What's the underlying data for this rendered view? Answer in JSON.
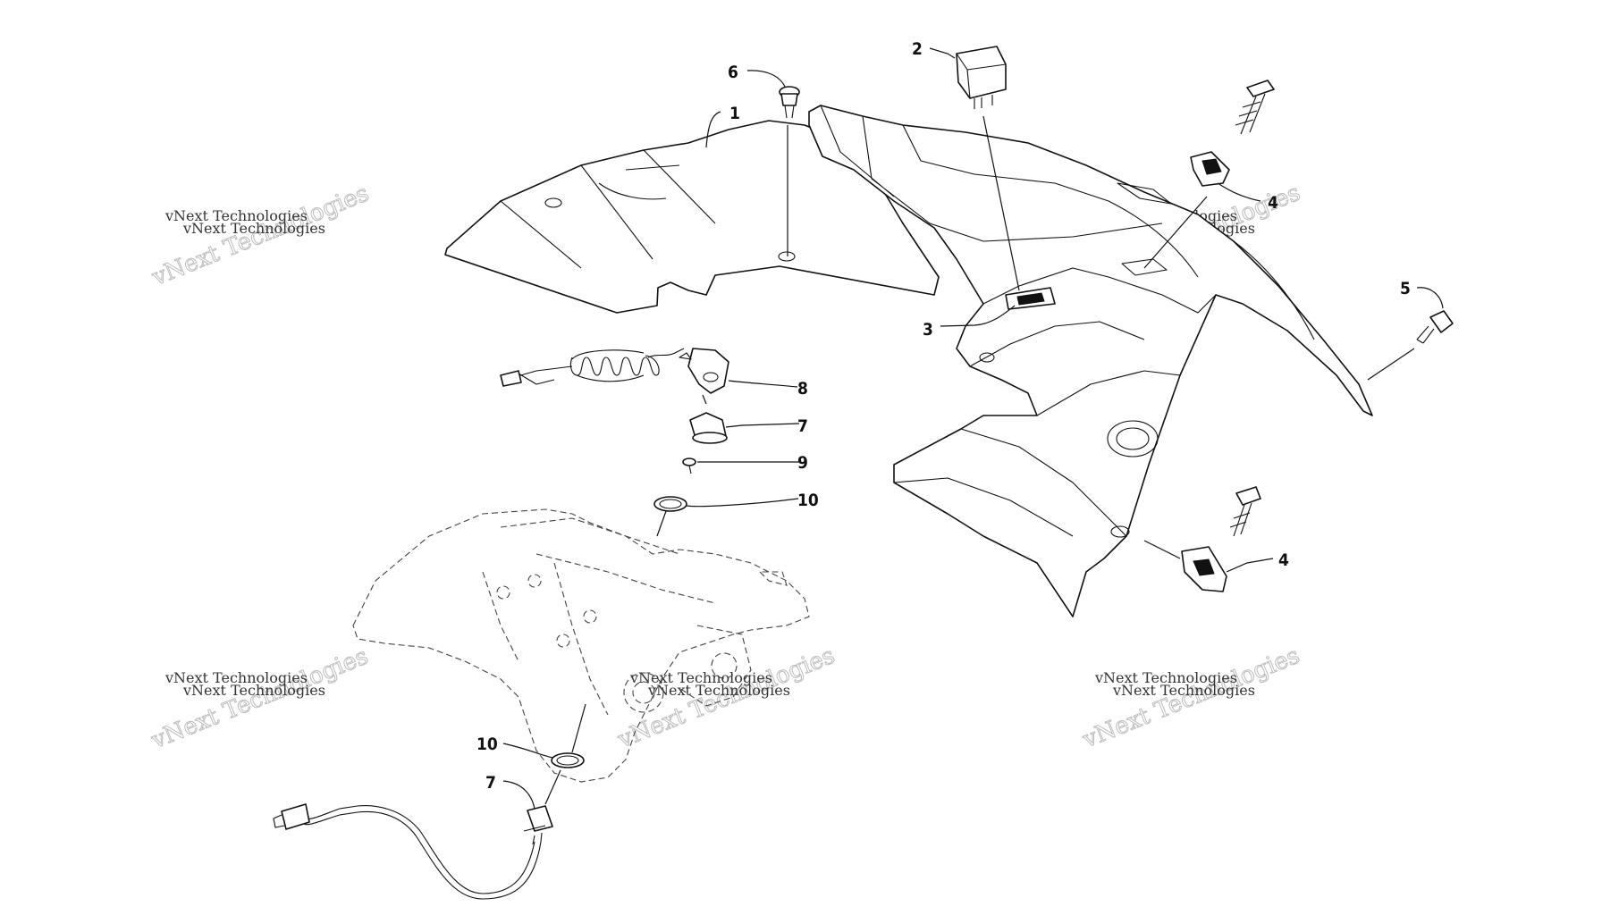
{
  "callouts": {
    "c1": "1",
    "c2": "2",
    "c3": "3",
    "c4a": "4",
    "c4b": "4",
    "c5": "5",
    "c6": "6",
    "c7a": "7",
    "c7b": "7",
    "c8": "8",
    "c9": "9",
    "c10a": "10",
    "c10b": "10"
  },
  "watermark": {
    "small": "vNext Technologies",
    "big": "vNext Technologies"
  },
  "colors": {
    "line": "#111111",
    "background": "#ffffff",
    "watermark": "#bdbdbd"
  }
}
